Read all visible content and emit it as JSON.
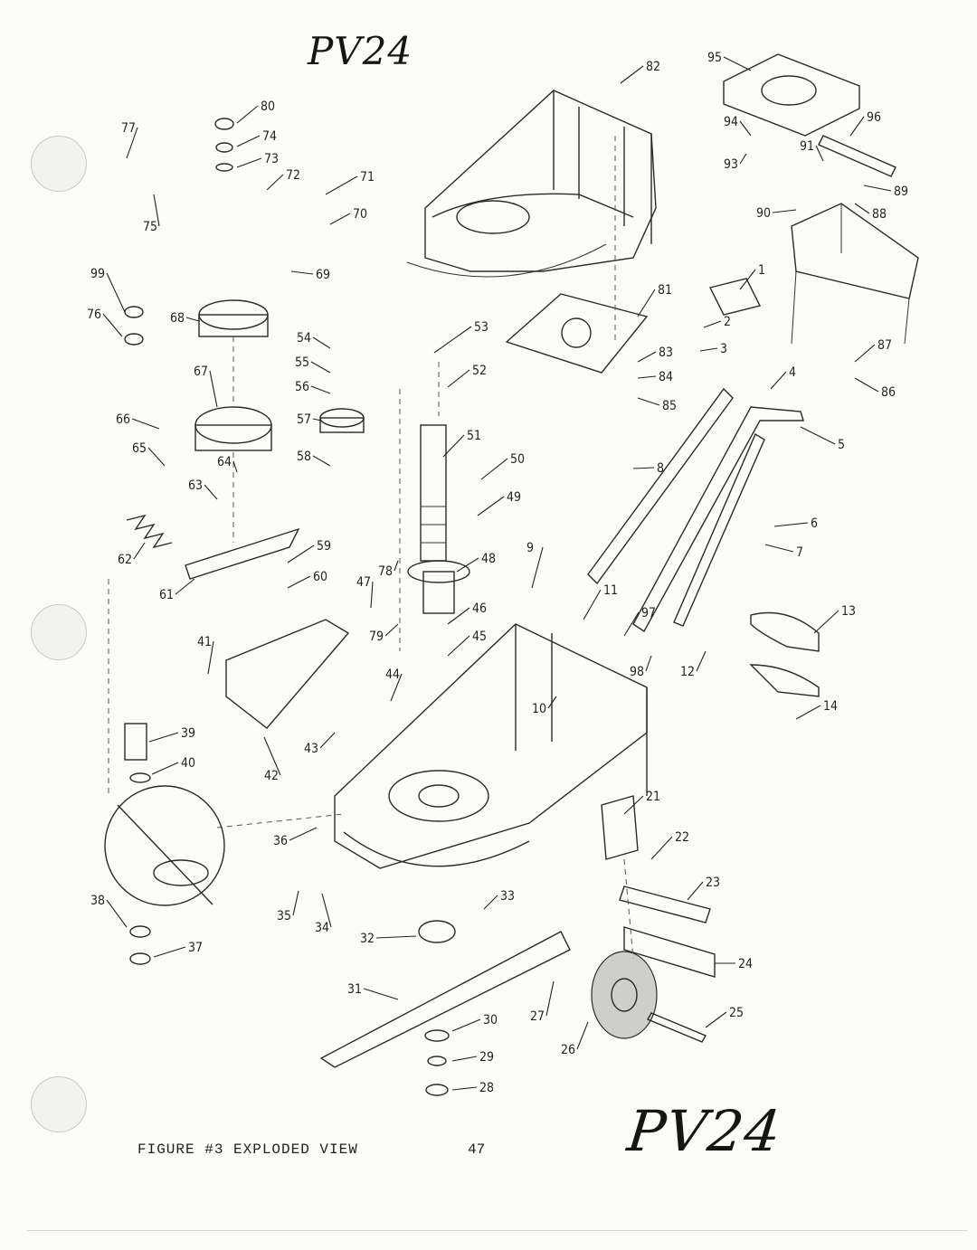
{
  "handwritten": {
    "top": "PV24",
    "bottom": "PV24"
  },
  "caption": "FIGURE #3 EXPLODED VIEW",
  "page_number": "47",
  "callouts": [
    "1",
    "2",
    "3",
    "4",
    "5",
    "6",
    "7",
    "8",
    "9",
    "10",
    "11",
    "12",
    "13",
    "14",
    "21",
    "22",
    "23",
    "24",
    "25",
    "26",
    "27",
    "28",
    "29",
    "30",
    "31",
    "32",
    "33",
    "34",
    "35",
    "36",
    "37",
    "38",
    "39",
    "40",
    "41",
    "42",
    "43",
    "44",
    "45",
    "46",
    "47",
    "48",
    "49",
    "50",
    "51",
    "52",
    "53",
    "54",
    "55",
    "56",
    "57",
    "58",
    "59",
    "60",
    "61",
    "62",
    "63",
    "64",
    "65",
    "66",
    "67",
    "68",
    "69",
    "70",
    "71",
    "72",
    "73",
    "74",
    "75",
    "76",
    "77",
    "78",
    "79",
    "80",
    "81",
    "82",
    "83",
    "84",
    "85",
    "86",
    "87",
    "88",
    "89",
    "90",
    "91",
    "93",
    "94",
    "95",
    "96",
    "97",
    "98",
    "99"
  ]
}
